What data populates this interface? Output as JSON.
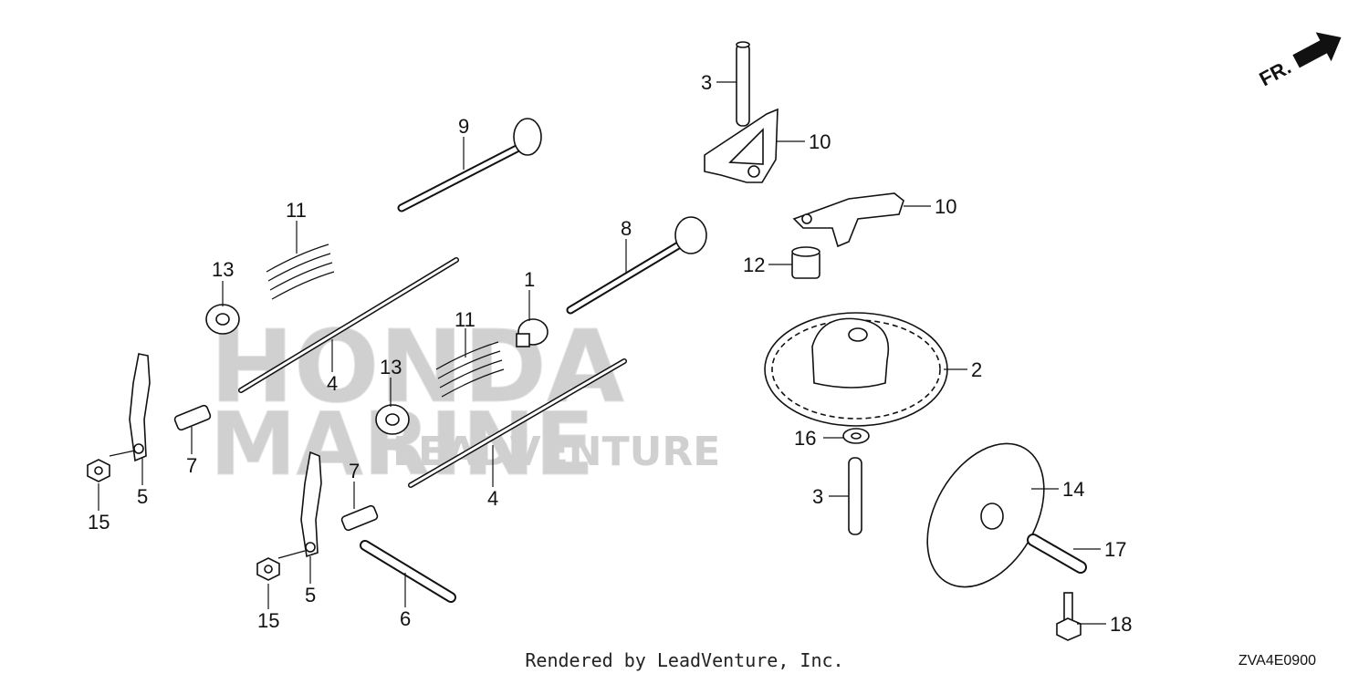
{
  "watermark": {
    "line1": "HONDA",
    "line2": "MARINE",
    "overlay": "LEADVENTURE"
  },
  "orientation": {
    "label": "FR."
  },
  "callouts": {
    "c1": "1",
    "c2": "2",
    "c3a": "3",
    "c3b": "3",
    "c4a": "4",
    "c4b": "4",
    "c5a": "5",
    "c5b": "5",
    "c6": "6",
    "c7a": "7",
    "c7b": "7",
    "c8": "8",
    "c9": "9",
    "c10a": "10",
    "c10b": "10",
    "c11a": "11",
    "c11b": "11",
    "c12": "12",
    "c13a": "13",
    "c13b": "13",
    "c14": "14",
    "c15a": "15",
    "c15b": "15",
    "c16": "16",
    "c17": "17",
    "c18": "18"
  },
  "footer": {
    "credit": "Rendered by LeadVenture, Inc.",
    "code": "ZVA4E0900"
  }
}
